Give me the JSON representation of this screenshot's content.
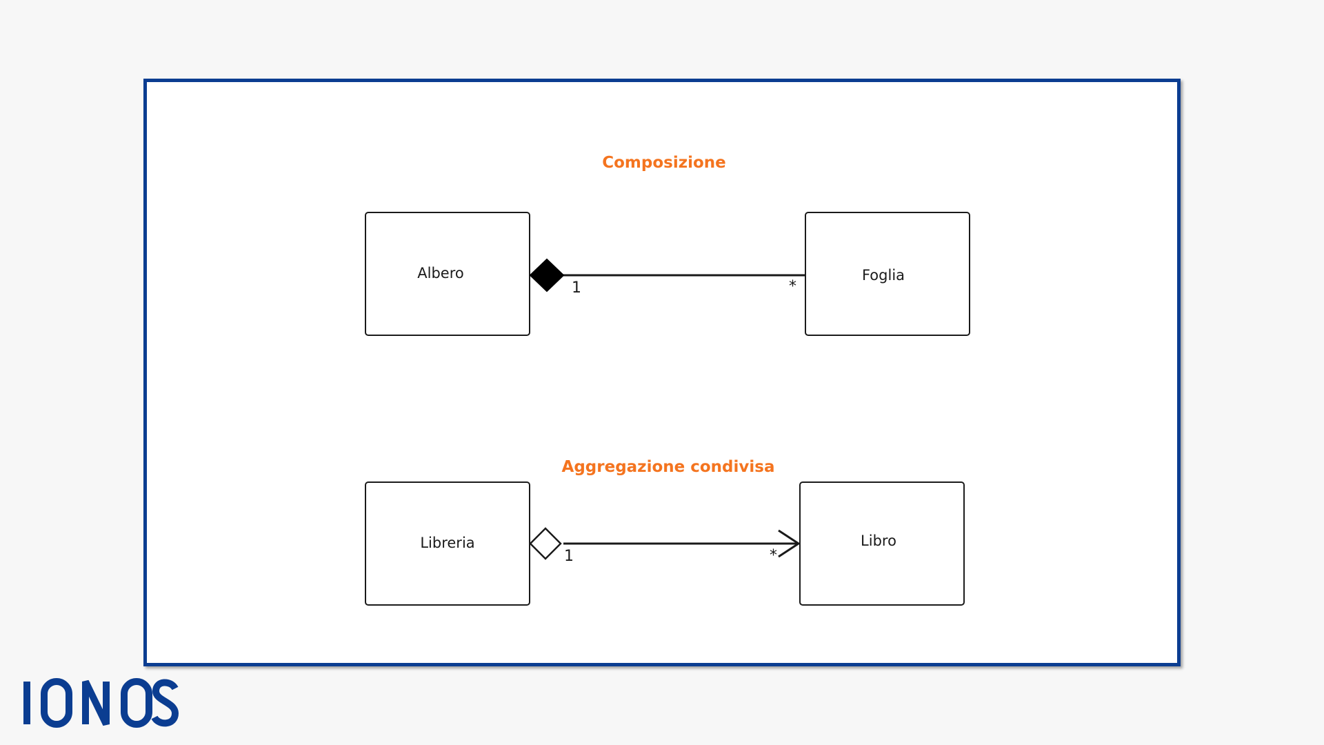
{
  "diagram": {
    "composition": {
      "title": "Composizione",
      "whole": "Albero",
      "part": "Foglia",
      "whole_multiplicity": "1",
      "part_multiplicity": "*"
    },
    "aggregation": {
      "title": "Aggregazione condivisa",
      "whole": "Libreria",
      "part": "Libro",
      "whole_multiplicity": "1",
      "part_multiplicity": "*"
    }
  },
  "logo": {
    "text": "IONOS",
    "color": "#0b3d91"
  },
  "colors": {
    "frame_border": "#0b3d91",
    "heading": "#f4741f",
    "line": "#1a1a1a"
  }
}
